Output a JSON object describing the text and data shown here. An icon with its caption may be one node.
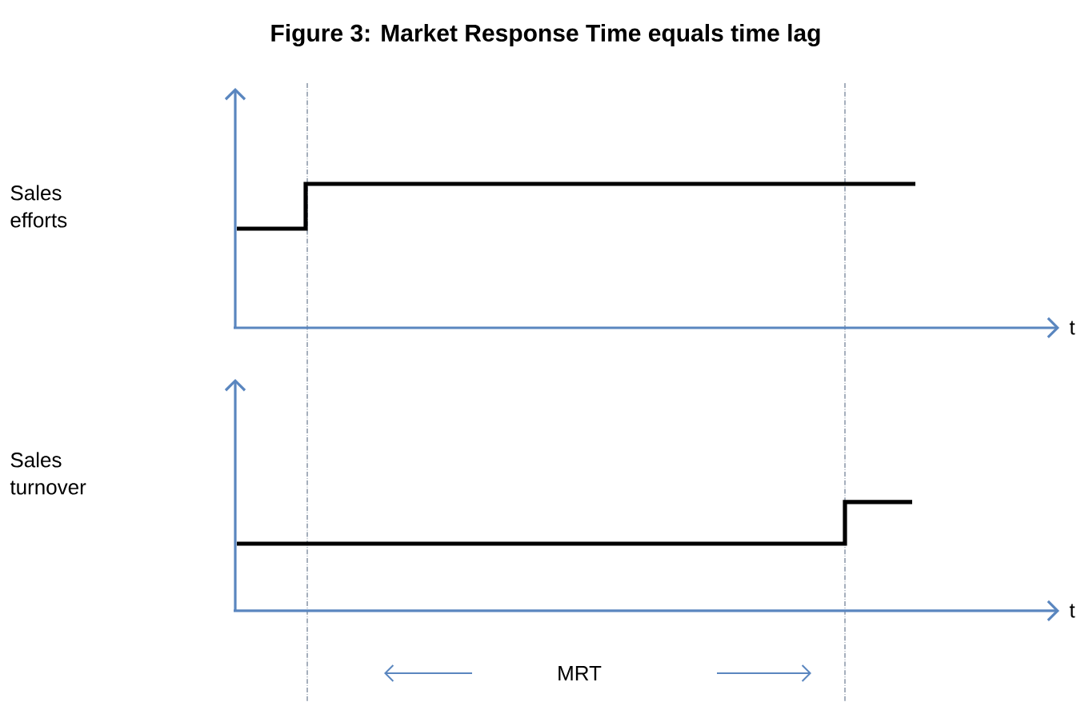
{
  "diagram": {
    "title": "Figure 3: Market Response Time equals time lag",
    "labels": [
      "Sales efforts",
      "t",
      "Sales turnover",
      "t",
      "MRT"
    ]
  }
}
